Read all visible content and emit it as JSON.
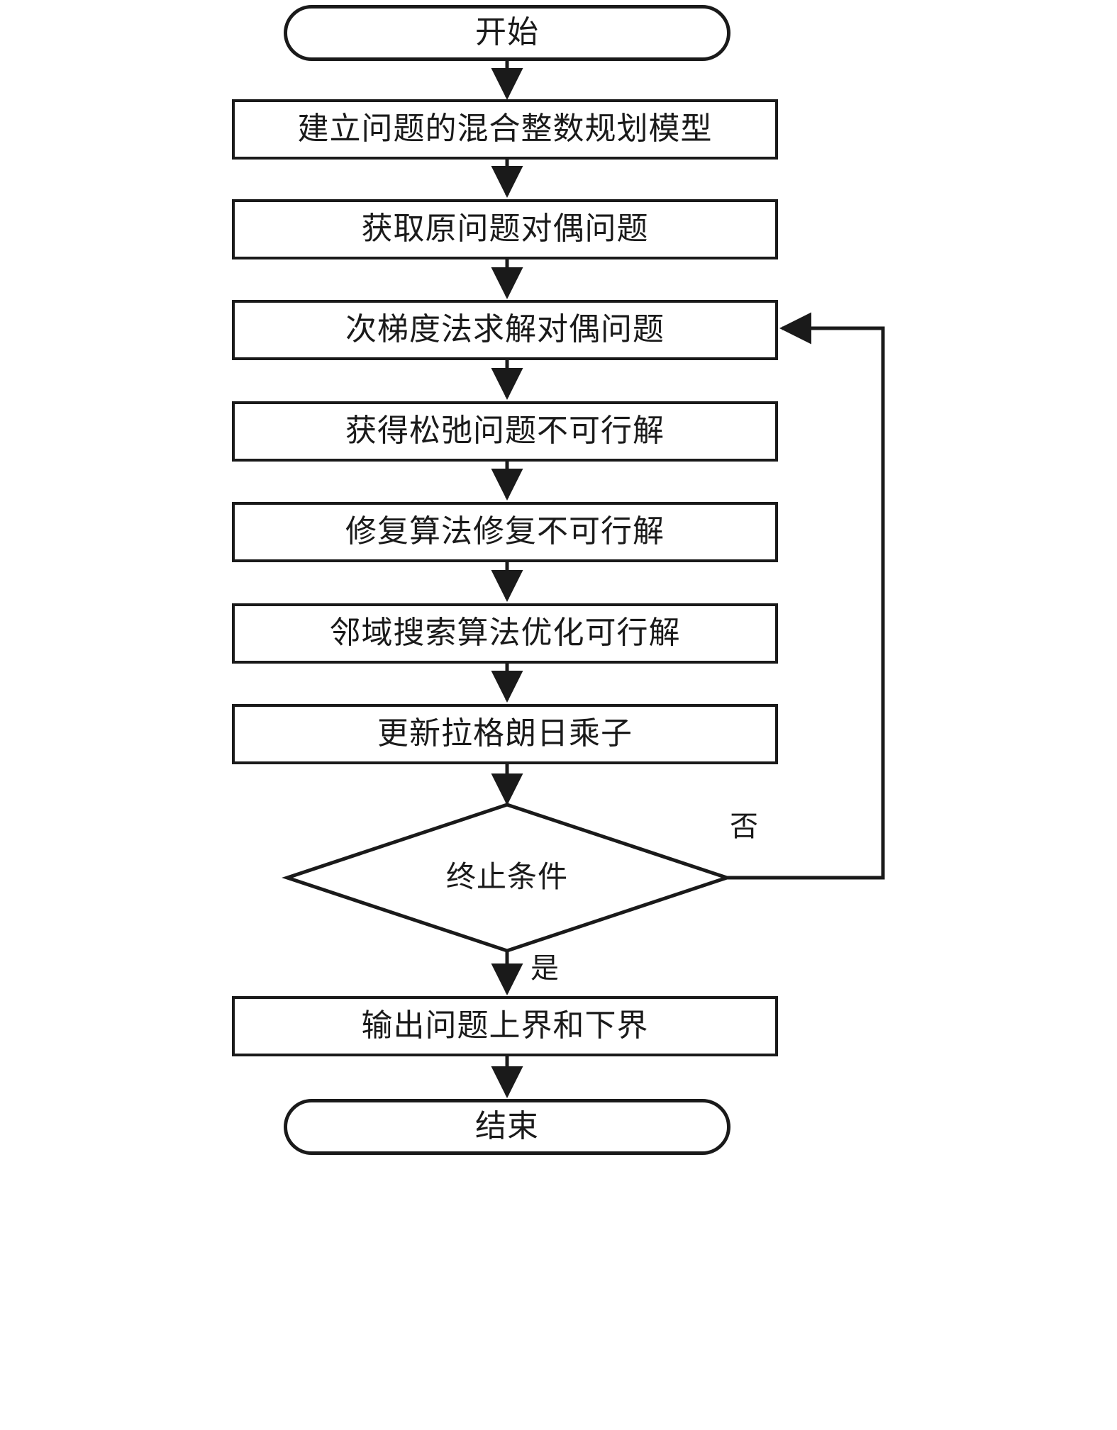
{
  "diagram": {
    "type": "flowchart",
    "orientation": "top-to-bottom",
    "language": "zh-CN",
    "line_color": "#1a1a1a",
    "fill_color": "#ffffff",
    "nodes": [
      {
        "id": "start",
        "shape": "terminal",
        "label": "开始"
      },
      {
        "id": "build-model",
        "shape": "process",
        "label": "建立问题的混合整数规划模型"
      },
      {
        "id": "get-dual",
        "shape": "process",
        "label": "获取原问题对偶问题"
      },
      {
        "id": "subgradient",
        "shape": "process",
        "label": "次梯度法求解对偶问题"
      },
      {
        "id": "infeasible",
        "shape": "process",
        "label": "获得松弛问题不可行解"
      },
      {
        "id": "repair",
        "shape": "process",
        "label": "修复算法修复不可行解"
      },
      {
        "id": "local-search",
        "shape": "process",
        "label": "邻域搜索算法优化可行解"
      },
      {
        "id": "update-mult",
        "shape": "process",
        "label": "更新拉格朗日乘子"
      },
      {
        "id": "stop-cond",
        "shape": "decision",
        "label": "终止条件"
      },
      {
        "id": "output",
        "shape": "process",
        "label": "输出问题上界和下界"
      },
      {
        "id": "end",
        "shape": "terminal",
        "label": "结束"
      }
    ],
    "edge_labels": {
      "no": "否",
      "yes": "是"
    },
    "edges": [
      {
        "from": "start",
        "to": "build-model",
        "label": ""
      },
      {
        "from": "build-model",
        "to": "get-dual",
        "label": ""
      },
      {
        "from": "get-dual",
        "to": "subgradient",
        "label": ""
      },
      {
        "from": "subgradient",
        "to": "infeasible",
        "label": ""
      },
      {
        "from": "infeasible",
        "to": "repair",
        "label": ""
      },
      {
        "from": "repair",
        "to": "local-search",
        "label": ""
      },
      {
        "from": "local-search",
        "to": "update-mult",
        "label": ""
      },
      {
        "from": "update-mult",
        "to": "stop-cond",
        "label": ""
      },
      {
        "from": "stop-cond",
        "to": "subgradient",
        "label": "否"
      },
      {
        "from": "stop-cond",
        "to": "output",
        "label": "是"
      },
      {
        "from": "output",
        "to": "end",
        "label": ""
      }
    ]
  }
}
